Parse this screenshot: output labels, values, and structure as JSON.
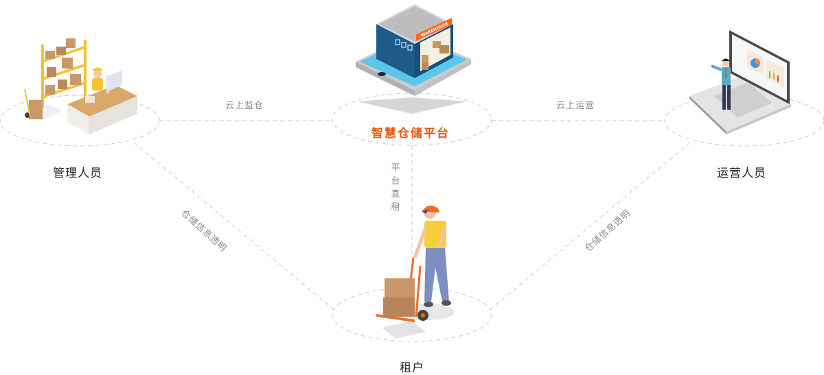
{
  "nodes": {
    "center": {
      "title": "智慧仓储平台",
      "sign": "WAREHOUSE"
    },
    "left": {
      "label": "管理人员"
    },
    "right": {
      "label": "运营人员"
    },
    "bottom": {
      "label": "租户"
    }
  },
  "edges": {
    "left_center": "云上监仓",
    "center_right": "云上运营",
    "center_bottom": "平台直租",
    "left_bottom": "仓储信息透明",
    "right_bottom": "仓储信息透明"
  },
  "colors": {
    "accent": "#e8570e",
    "dash": "#c8c8c8",
    "label": "#222222",
    "edge_text": "#8a8a8a"
  }
}
